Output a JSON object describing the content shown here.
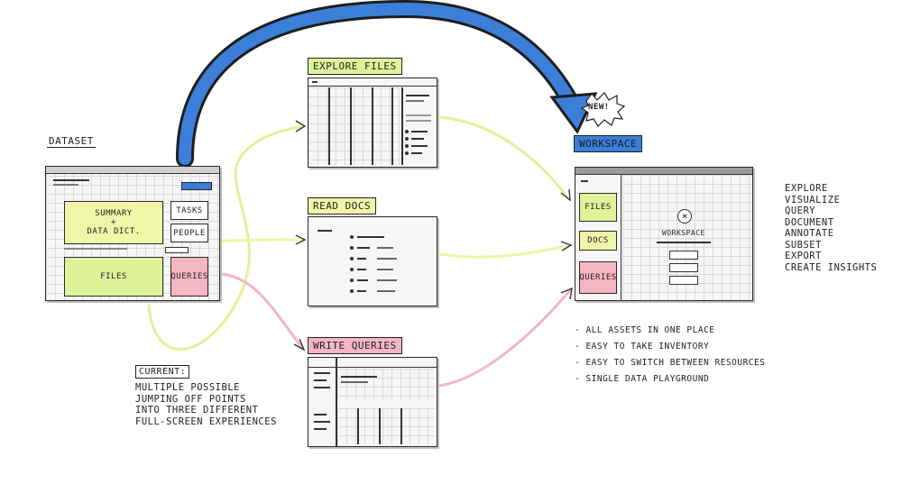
{
  "dataset": {
    "title": "DATASET",
    "summary_label": "SUMMARY\n+\nDATA DICT.",
    "files_label": "FILES",
    "tasks_label": "TASKS",
    "people_label": "PEOPLE",
    "queries_label": "QUERIES"
  },
  "explore": {
    "title": "EXPLORE FILES"
  },
  "read": {
    "title": "READ DOCS"
  },
  "write": {
    "title": "WRITE QUERIES"
  },
  "workspace": {
    "title": "WORKSPACE",
    "new_badge": "NEW!",
    "center_label": "WORKSPACE",
    "files_label": "FILES",
    "docs_label": "DOCS",
    "queries_label": "QUERIES",
    "capabilities": [
      "EXPLORE",
      "VISUALIZE",
      "QUERY",
      "DOCUMENT",
      "ANNOTATE",
      "SUBSET",
      "EXPORT",
      "CREATE INSIGHTS"
    ],
    "benefits": [
      "- ALL ASSETS IN ONE PLACE",
      "- EASY TO TAKE INVENTORY",
      "- EASY TO SWITCH BETWEEN RESOURCES",
      "- SINGLE DATA PLAYGROUND"
    ]
  },
  "current": {
    "title": "CURRENT:",
    "lines": [
      "MULTIPLE POSSIBLE",
      "JUMPING OFF POINTS",
      "INTO THREE DIFFERENT",
      "FULL-SCREEN EXPERIENCES"
    ]
  },
  "colors": {
    "green": "#dff29a",
    "yellow": "#eef6a8",
    "pink": "#f4b6c2",
    "blue": "#3b7fd9",
    "arrow_dark": "#1e1e1e"
  }
}
